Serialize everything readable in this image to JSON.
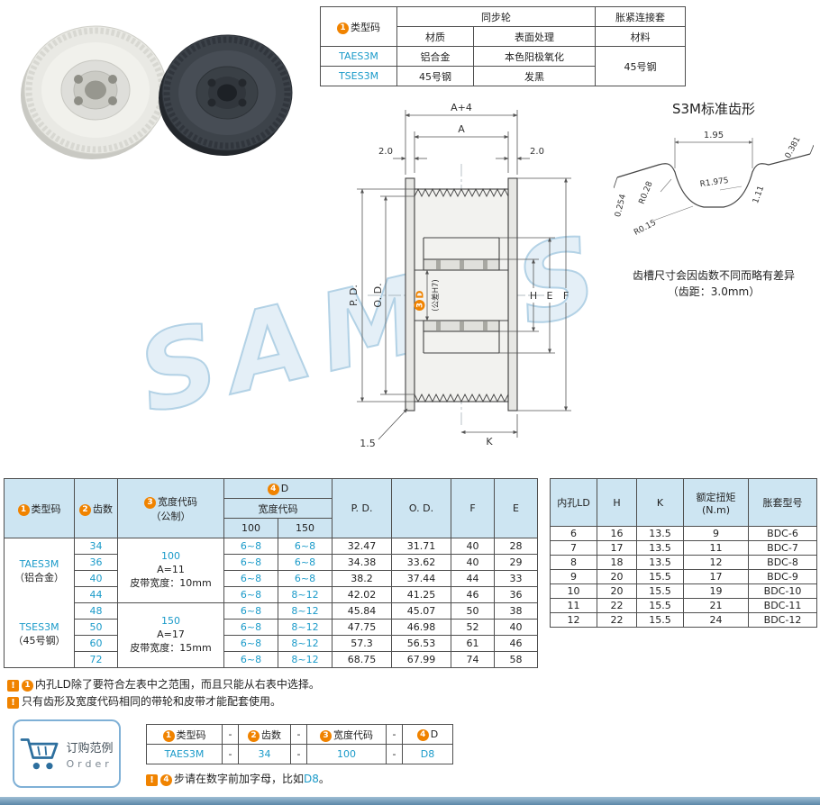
{
  "watermark": "SAMES",
  "colors": {
    "accent_teal": "#1a9ac9",
    "badge_orange": "#f08300",
    "header_blue": "#cde5f2"
  },
  "spec_table": {
    "type_header": {
      "num": "1",
      "label": "类型码"
    },
    "sync_header": "同步轮",
    "bushing_header": "胀紧连接套",
    "sub_material": "材质",
    "sub_surface": "表面处理",
    "sub_bushing_material": "材料",
    "rows": [
      {
        "code": "TAES3M",
        "material": "铝合金",
        "surface": "本色阳极氧化"
      },
      {
        "code": "TSES3M",
        "material": "45号钢",
        "surface": "发黑"
      }
    ],
    "bushing_material": "45号钢"
  },
  "drawing": {
    "dim_a_plus_4": "A+4",
    "dim_a": "A",
    "dim_2_left": "2.0",
    "dim_2_right": "2.0",
    "dim_pd": "P. D.",
    "dim_od": "O. D.",
    "dim_d_badge": "3",
    "dim_d": "D",
    "dim_d_tolerance": "(公差H7)",
    "dim_h": "H",
    "dim_e": "E",
    "dim_f": "F",
    "dim_k": "K",
    "dim_1_5": "1.5"
  },
  "tooth_profile": {
    "title": "S3M标准齿形",
    "dim_top_width": "1.95",
    "dim_angle": "0.381",
    "dim_r_top": "R0.28",
    "dim_r_flank": "R1.975",
    "dim_depth": "1.11",
    "dim_land": "0.254",
    "dim_r_root": "R0.15",
    "note_line1": "齿槽尺寸会因齿数不同而略有差异",
    "note_line2": "（齿距：3.0mm）"
  },
  "main_table": {
    "headers": {
      "type": {
        "num": "1",
        "label": "类型码"
      },
      "teeth": {
        "num": "2",
        "label": "齿数"
      },
      "width_code": {
        "num": "3",
        "label": "宽度代码",
        "label2": "（公制）"
      },
      "d": {
        "num": "4",
        "label": "D"
      },
      "d_sub": "宽度代码",
      "d_col_100": "100",
      "d_col_150": "150",
      "pd": "P. D.",
      "od": "O. D.",
      "f": "F",
      "e": "E"
    },
    "type_groups": [
      {
        "code": "TAES3M",
        "note": "（铝合金）"
      },
      {
        "code": "TSES3M",
        "note": "（45号钢）"
      }
    ],
    "width_groups": [
      {
        "code": "100",
        "a_value": "A=11",
        "belt": "皮带宽度：10mm"
      },
      {
        "code": "150",
        "a_value": "A=17",
        "belt": "皮带宽度：15mm"
      }
    ],
    "rows": [
      {
        "teeth": "34",
        "d100": "6~8",
        "d150": "6~8",
        "pd": "32.47",
        "od": "31.71",
        "f": "40",
        "e": "28"
      },
      {
        "teeth": "36",
        "d100": "6~8",
        "d150": "6~8",
        "pd": "34.38",
        "od": "33.62",
        "f": "40",
        "e": "29"
      },
      {
        "teeth": "40",
        "d100": "6~8",
        "d150": "6~8",
        "pd": "38.2",
        "od": "37.44",
        "f": "44",
        "e": "33"
      },
      {
        "teeth": "44",
        "d100": "6~8",
        "d150": "8~12",
        "pd": "42.02",
        "od": "41.25",
        "f": "46",
        "e": "36"
      },
      {
        "teeth": "48",
        "d100": "6~8",
        "d150": "8~12",
        "pd": "45.84",
        "od": "45.07",
        "f": "50",
        "e": "38"
      },
      {
        "teeth": "50",
        "d100": "6~8",
        "d150": "8~12",
        "pd": "47.75",
        "od": "46.98",
        "f": "52",
        "e": "40"
      },
      {
        "teeth": "60",
        "d100": "6~8",
        "d150": "8~12",
        "pd": "57.3",
        "od": "56.53",
        "f": "61",
        "e": "46"
      },
      {
        "teeth": "72",
        "d100": "6~8",
        "d150": "8~12",
        "pd": "68.75",
        "od": "67.99",
        "f": "74",
        "e": "58"
      }
    ]
  },
  "bore_table": {
    "headers": [
      "内孔LD",
      "H",
      "K",
      "额定扭矩",
      "胀套型号"
    ],
    "torque_unit": "(N.m)",
    "rows": [
      [
        "6",
        "16",
        "13.5",
        "9",
        "BDC-6"
      ],
      [
        "7",
        "17",
        "13.5",
        "11",
        "BDC-7"
      ],
      [
        "8",
        "18",
        "13.5",
        "12",
        "BDC-8"
      ],
      [
        "9",
        "20",
        "15.5",
        "17",
        "BDC-9"
      ],
      [
        "10",
        "20",
        "15.5",
        "19",
        "BDC-10"
      ],
      [
        "11",
        "22",
        "15.5",
        "21",
        "BDC-11"
      ],
      [
        "12",
        "22",
        "15.5",
        "24",
        "BDC-12"
      ]
    ]
  },
  "warning_symbol": "!",
  "notes": [
    {
      "badge": "1",
      "text": "内孔LD除了要符合左表中之范围，而且只能从右表中选择。"
    },
    {
      "badge": "",
      "text": "只有齿形及宽度代码相同的带轮和皮带才能配套使用。"
    }
  ],
  "order": {
    "title": "订购范例",
    "subtitle": "Order",
    "separator": "-",
    "headers": [
      {
        "num": "1",
        "label": "类型码"
      },
      {
        "num": "2",
        "label": "齿数"
      },
      {
        "num": "3",
        "label": "宽度代码"
      },
      {
        "num": "4",
        "label": "D"
      }
    ],
    "values": [
      "TAES3M",
      "34",
      "100",
      "D8"
    ],
    "note": {
      "badge": "4",
      "text_before": "步请在数字前加字母，比如",
      "code": "D8",
      "text_after": "。"
    }
  }
}
